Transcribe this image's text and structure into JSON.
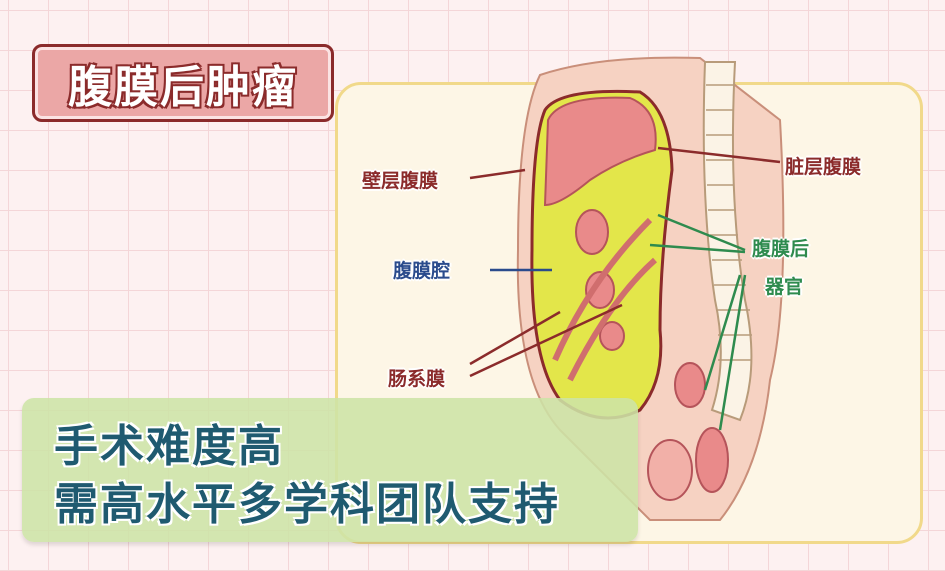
{
  "title": "腹膜后肿瘤",
  "labels": {
    "parietal_peritoneum": "壁层腹膜",
    "visceral_peritoneum": "脏层腹膜",
    "peritoneal_cavity": "腹膜腔",
    "retroperitoneal_organs_line1": "腹膜后",
    "retroperitoneal_organs_line2": "器官",
    "mesentery": "肠系膜"
  },
  "banner": {
    "line1": "手术难度高",
    "line2": "需高水平多学科团队支持"
  },
  "colors": {
    "title_red": "#8b2b2b",
    "label_blue": "#2a4b8c",
    "label_green": "#2e8b4e",
    "banner_text": "#1f5a70",
    "cavity_yellow": "#e3e64a"
  }
}
